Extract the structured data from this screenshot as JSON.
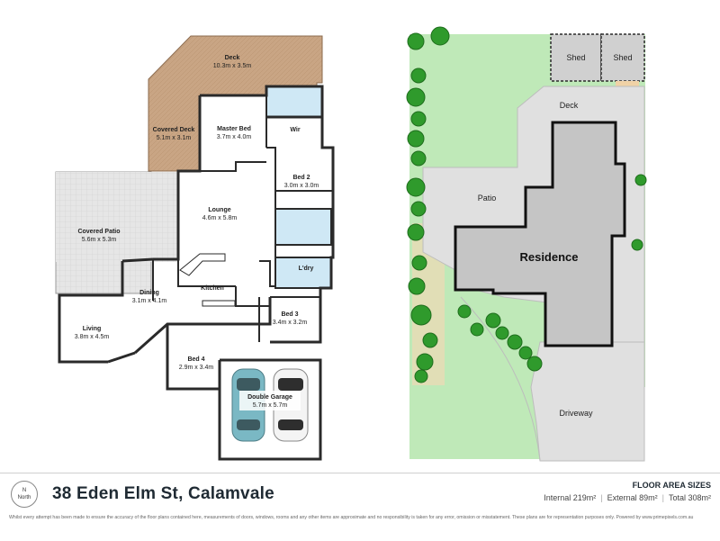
{
  "rooms": [
    {
      "id": "deck-main",
      "name": "Deck",
      "dims": "10.3m x 3.5m"
    },
    {
      "id": "covered-deck",
      "name": "Covered Deck",
      "dims": "5.1m x 3.1m"
    },
    {
      "id": "master-bed",
      "name": "Master Bed",
      "dims": "3.7m x 4.0m"
    },
    {
      "id": "wir",
      "name": "Wir",
      "dims": ""
    },
    {
      "id": "bed-2",
      "name": "Bed 2",
      "dims": "3.0m x 3.0m"
    },
    {
      "id": "lounge",
      "name": "Lounge",
      "dims": "4.6m x 5.8m"
    },
    {
      "id": "covered-patio",
      "name": "Covered Patio",
      "dims": "5.6m x 5.3m"
    },
    {
      "id": "laundry",
      "name": "L'dry",
      "dims": ""
    },
    {
      "id": "kitchen",
      "name": "Kitchen",
      "dims": ""
    },
    {
      "id": "dining",
      "name": "Dining",
      "dims": "3.1m x 4.1m"
    },
    {
      "id": "bed-3",
      "name": "Bed 3",
      "dims": "3.4m x 3.2m"
    },
    {
      "id": "living",
      "name": "Living",
      "dims": "3.8m x 4.5m"
    },
    {
      "id": "bed-4",
      "name": "Bed 4",
      "dims": "2.9m x 3.4m"
    },
    {
      "id": "double-garage",
      "name": "Double Garage",
      "dims": "5.7m x 5.7m"
    }
  ],
  "site": {
    "shed_1": "Shed",
    "shed_2": "Shed",
    "deck": "Deck",
    "patio": "Patio",
    "residence": "Residence",
    "driveway": "Driveway"
  },
  "compass": {
    "letter": "N",
    "word": "North"
  },
  "address": "38 Eden Elm St, Calamvale",
  "floor_area": {
    "title": "FLOOR AREA SIZES",
    "internal": "Internal 219m²",
    "external": "External 89m²",
    "total": "Total 308m²"
  },
  "disclaimer": "Whilst every attempt has been made to ensure the accuracy of the floor plans contained here, measurements of doors, windows, rooms and any other items are approximate and no responsibility is taken for any error, omission or misstatement. These plans are for representation purposes only. Powered by www.primepixels.com.au",
  "colors": {
    "deck": "#c9a584",
    "patio": "#e3e3e3",
    "wet_area": "#cfe8f5",
    "lawn": "#bfe9b8",
    "residence": "#c5c5c5",
    "paving": "#e0e0e0",
    "tree": "#2f9a2c",
    "wall": "#2a2a2a",
    "car_blue": "#7ab8c4"
  }
}
